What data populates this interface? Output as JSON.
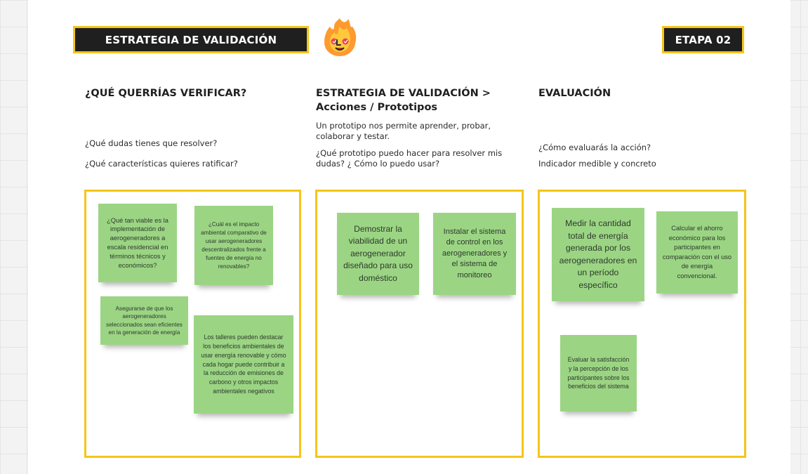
{
  "header": {
    "left_badge": "ESTRATEGIA DE VALIDACIÓN",
    "right_badge": "ETAPA 02",
    "mascot_icon": "fire-mascot-icon"
  },
  "colors": {
    "accent_yellow": "#f5c518",
    "badge_dark": "#1f1f1f",
    "sticky_green": "#9bd584"
  },
  "columns": [
    {
      "title": "¿QUÉ QUERRÍAS VERIFICAR?",
      "subtitle": "",
      "lines": [
        "¿Qué dudas tienes que resolver?",
        "¿Qué características quieres ratificar?"
      ],
      "notes": [
        "¿Qué tan viable es la implementación de aerogeneradores a escala residencial en términos técnicos y económicos?",
        "¿Cuál es el impacto ambiental comparativo de usar aerogeneradores descentralizados frente a fuentes de energía no renovables?",
        "Asegurarse de que los aerogeneradores seleccionados sean eficientes en la generación de energía",
        "Los talleres pueden destacar los beneficios ambientales de usar energía renovable y cómo cada hogar puede contribuir a la reducción de emisiones de carbono y otros impactos ambientales negativos"
      ]
    },
    {
      "title": "ESTRATEGIA DE VALIDACIÓN >",
      "subtitle": "Acciones / Prototipos",
      "lines": [
        "Un prototipo nos permite aprender, probar, colaborar y testar.",
        "¿Qué prototipo puedo hacer para resolver mis dudas? ¿ Cómo lo puedo usar?"
      ],
      "notes": [
        "Demostrar la viabilidad de un aerogenerador diseñado para uso doméstico",
        "Instalar el sistema de control en los aerogeneradores y el sistema de monitoreo"
      ]
    },
    {
      "title": "EVALUACIÓN",
      "subtitle": "",
      "lines": [
        "¿Cómo evaluarás la acción?",
        "Indicador medible y concreto"
      ],
      "notes": [
        "Medir la cantidad total de energía generada por los aerogeneradores en un período específico",
        "Calcular el ahorro económico para los participantes en comparación con el uso de energía convencional.",
        "Evaluar la satisfacción y la percepción de los participantes sobre los beneficios del sistema"
      ]
    }
  ]
}
